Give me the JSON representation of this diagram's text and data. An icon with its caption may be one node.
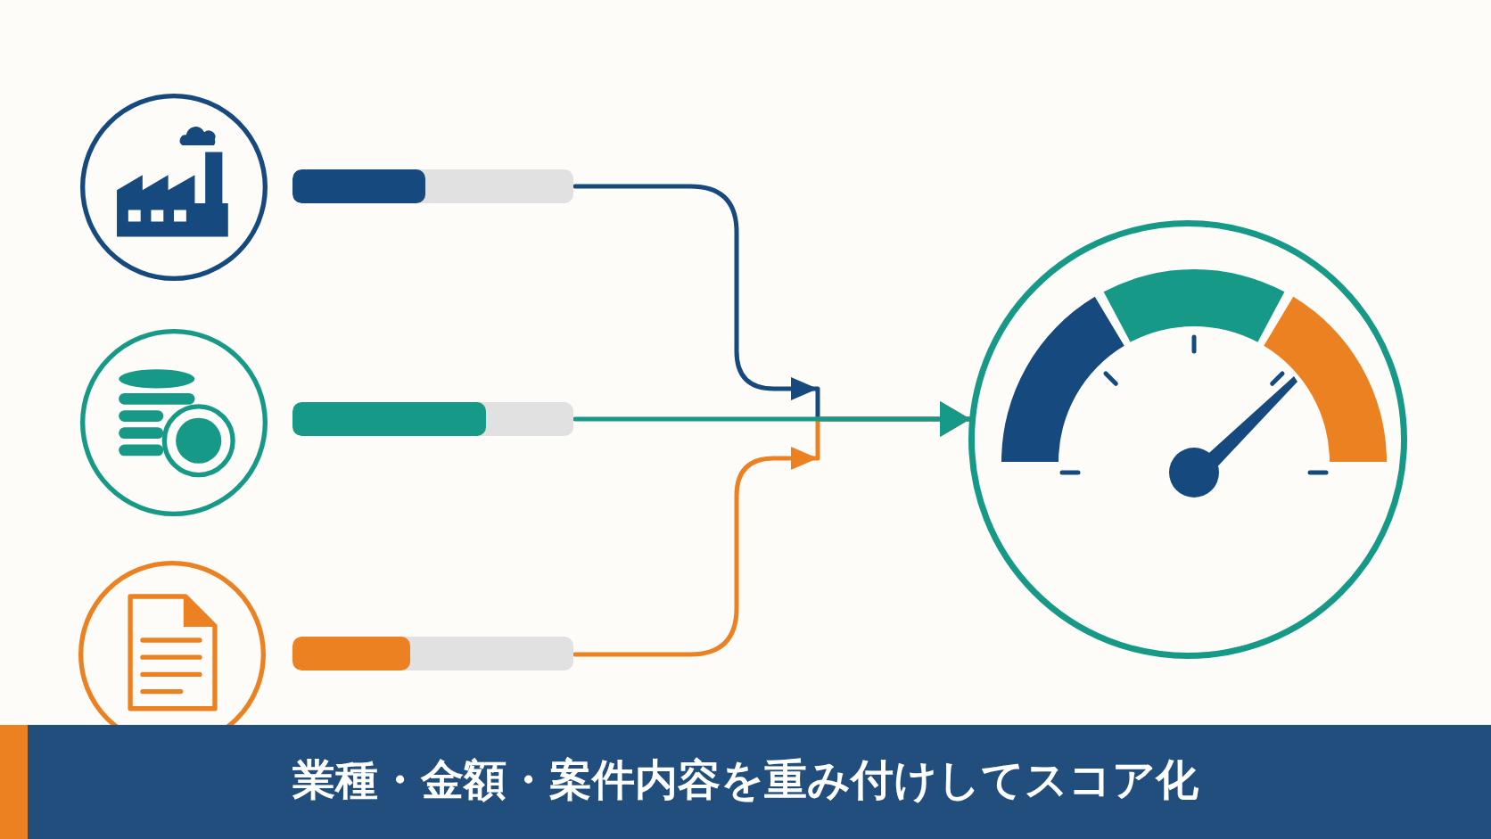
{
  "diagram": {
    "caption": "業種・金額・案件内容を重み付けしてスコア化",
    "nodes": [
      {
        "text": [],
        "shape": "bar"
      },
      {
        "text": [],
        "shape": "bar"
      },
      {
        "text": [],
        "shape": "bar"
      },
      {
        "text": [],
        "shape": "circle"
      }
    ],
    "edges": [
      {
        "from": 0,
        "to": 3,
        "arrow": "to",
        "color": "#164a7e"
      },
      {
        "from": 1,
        "to": 3,
        "arrow": "to",
        "color": "#169a87"
      },
      {
        "from": 2,
        "to": 3,
        "arrow": "to",
        "color": "#ec8122"
      }
    ]
  }
}
